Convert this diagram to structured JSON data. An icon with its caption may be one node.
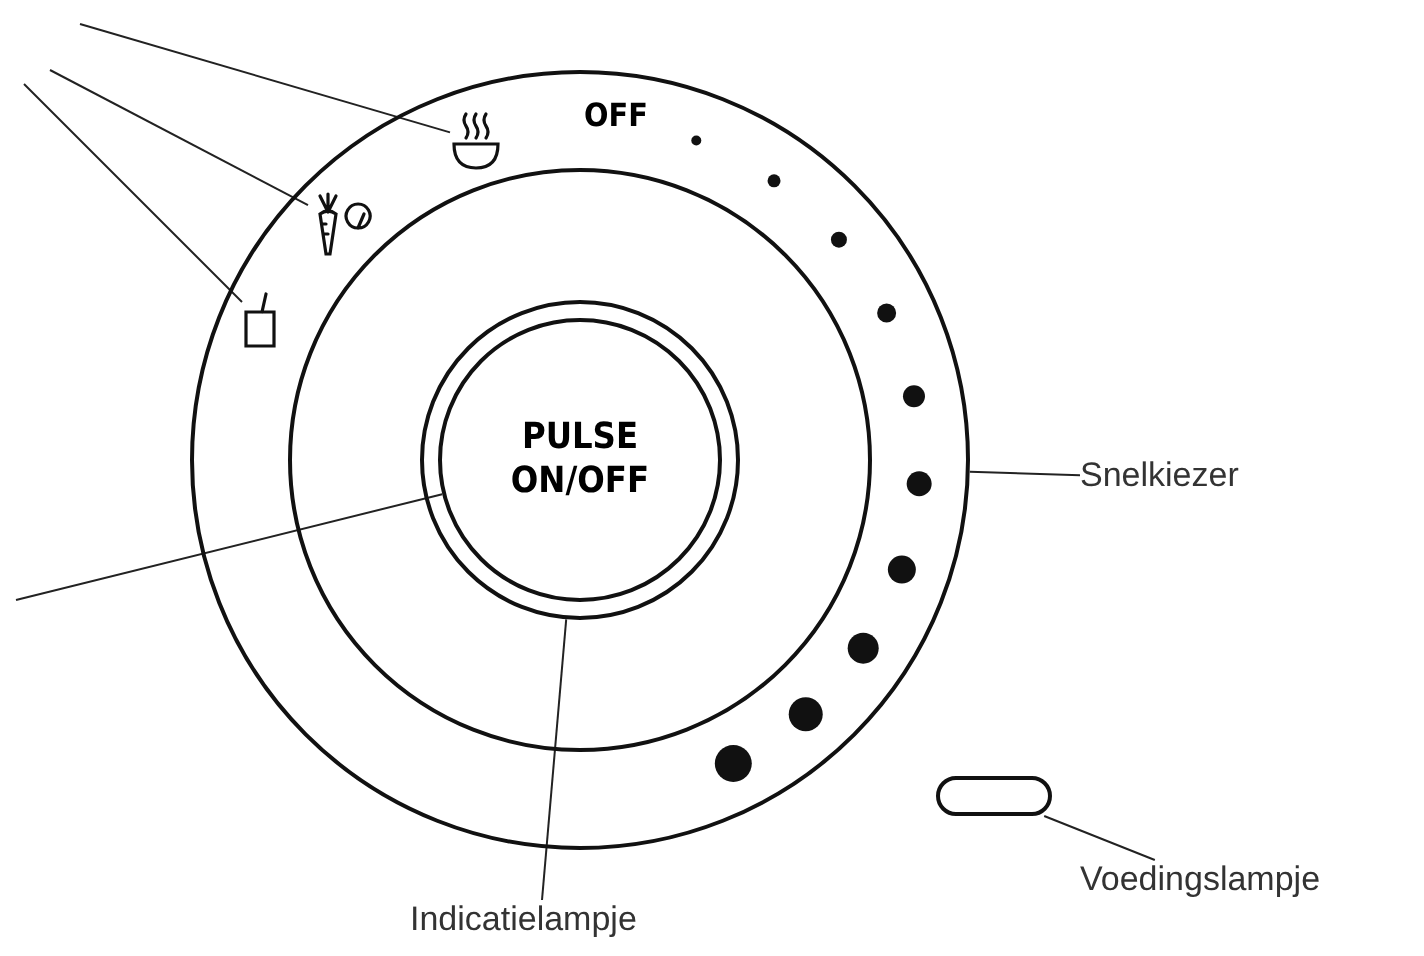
{
  "diagram": {
    "nodes": [
      {
        "text": [
          "OFF"
        ]
      },
      {
        "text": [],
        "shape": "picture",
        "in": 0
      },
      {
        "text": [],
        "shape": "picture",
        "in": 0
      },
      {
        "text": [],
        "shape": "picture",
        "in": 0
      },
      {
        "text": [],
        "shape": "circle",
        "in": 0
      },
      {
        "text": [
          "PULSE ON/OFF"
        ],
        "in": 4
      },
      {
        "text": [
          "Snelkiezer"
        ]
      },
      {
        "text": [],
        "shape": "box"
      },
      {
        "text": [
          "Voedingslampje"
        ]
      },
      {
        "text": [
          "Indicatielampje"
        ]
      }
    ],
    "edges": [
      {
        "from": null,
        "to": 1,
        "arrow": "none"
      },
      {
        "from": null,
        "to": 2,
        "arrow": "none"
      },
      {
        "from": null,
        "to": 3,
        "arrow": "none"
      },
      {
        "from": null,
        "to": 5,
        "arrow": "none"
      },
      {
        "from": 6,
        "to": 0,
        "arrow": "none"
      },
      {
        "from": 8,
        "to": 7,
        "arrow": "none"
      },
      {
        "from": 9,
        "to": 4,
        "arrow": "none"
      }
    ]
  }
}
